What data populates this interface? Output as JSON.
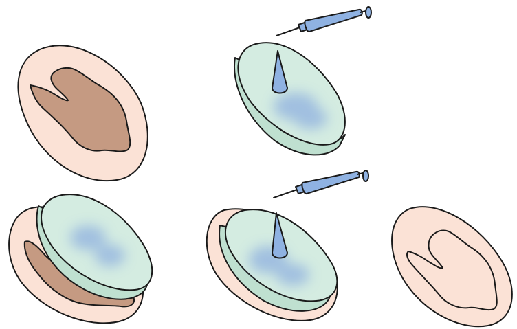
{
  "colors": {
    "skin": "#fbe2d6",
    "lesion": "#c59a82",
    "gel": "#d4ece1",
    "gel_edge": "#bfe0d0",
    "stain": "#8fb0e0",
    "syringe": "#8fb2e2",
    "outline": "#1a1a1a"
  },
  "steps": [
    {
      "id": "step-1",
      "objects": [
        "skin-patch",
        "lesion"
      ]
    },
    {
      "id": "step-2",
      "objects": [
        "syringe",
        "gel-disc",
        "cone-marker",
        "blue-stain"
      ]
    },
    {
      "id": "step-3",
      "objects": [
        "skin-patch",
        "lesion",
        "gel-disc",
        "blue-stain"
      ]
    },
    {
      "id": "step-4",
      "objects": [
        "syringe",
        "skin-patch",
        "gel-disc",
        "cone-marker",
        "blue-stain"
      ]
    },
    {
      "id": "step-5",
      "objects": [
        "skin-patch",
        "lesion-outline"
      ]
    }
  ],
  "icons": [
    "syringe-icon",
    "syringe-icon"
  ]
}
